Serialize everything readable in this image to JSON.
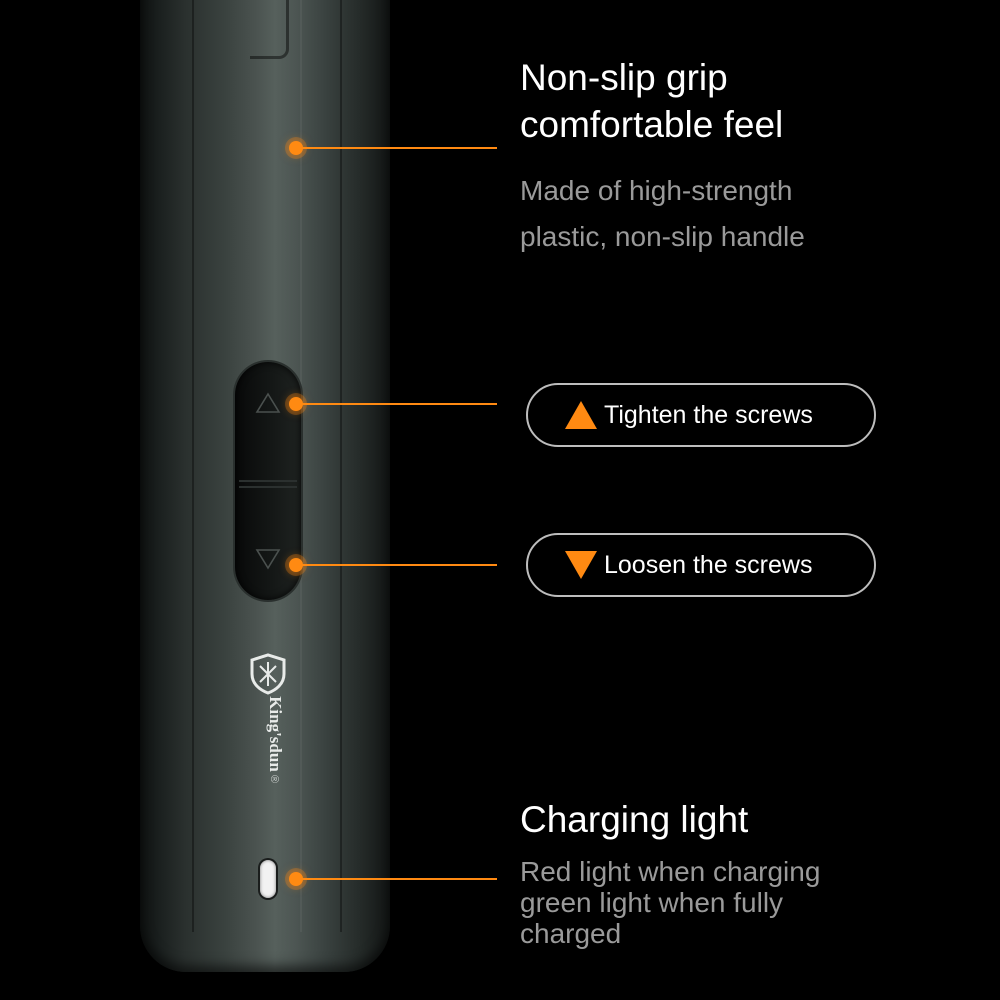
{
  "brand": {
    "name": "King'sdun",
    "registered": "®"
  },
  "grip": {
    "title_line1": "Non-slip grip",
    "title_line2": "comfortable feel",
    "desc_line1": "Made of high-strength",
    "desc_line2": "plastic, non-slip handle"
  },
  "buttons": {
    "tighten_label": "Tighten the screws",
    "loosen_label": "Loosen the screws",
    "tighten_icon": "triangle-up-icon",
    "loosen_icon": "triangle-down-icon"
  },
  "charging": {
    "title": "Charging light",
    "desc_line1": "Red light when charging",
    "desc_line2": "green light when fully",
    "desc_line3": "charged"
  },
  "colors": {
    "accent": "#ff8a12",
    "background": "#000000",
    "heading": "#ffffff",
    "description": "#9a9a9a",
    "pill_border": "#bdbdbd"
  }
}
